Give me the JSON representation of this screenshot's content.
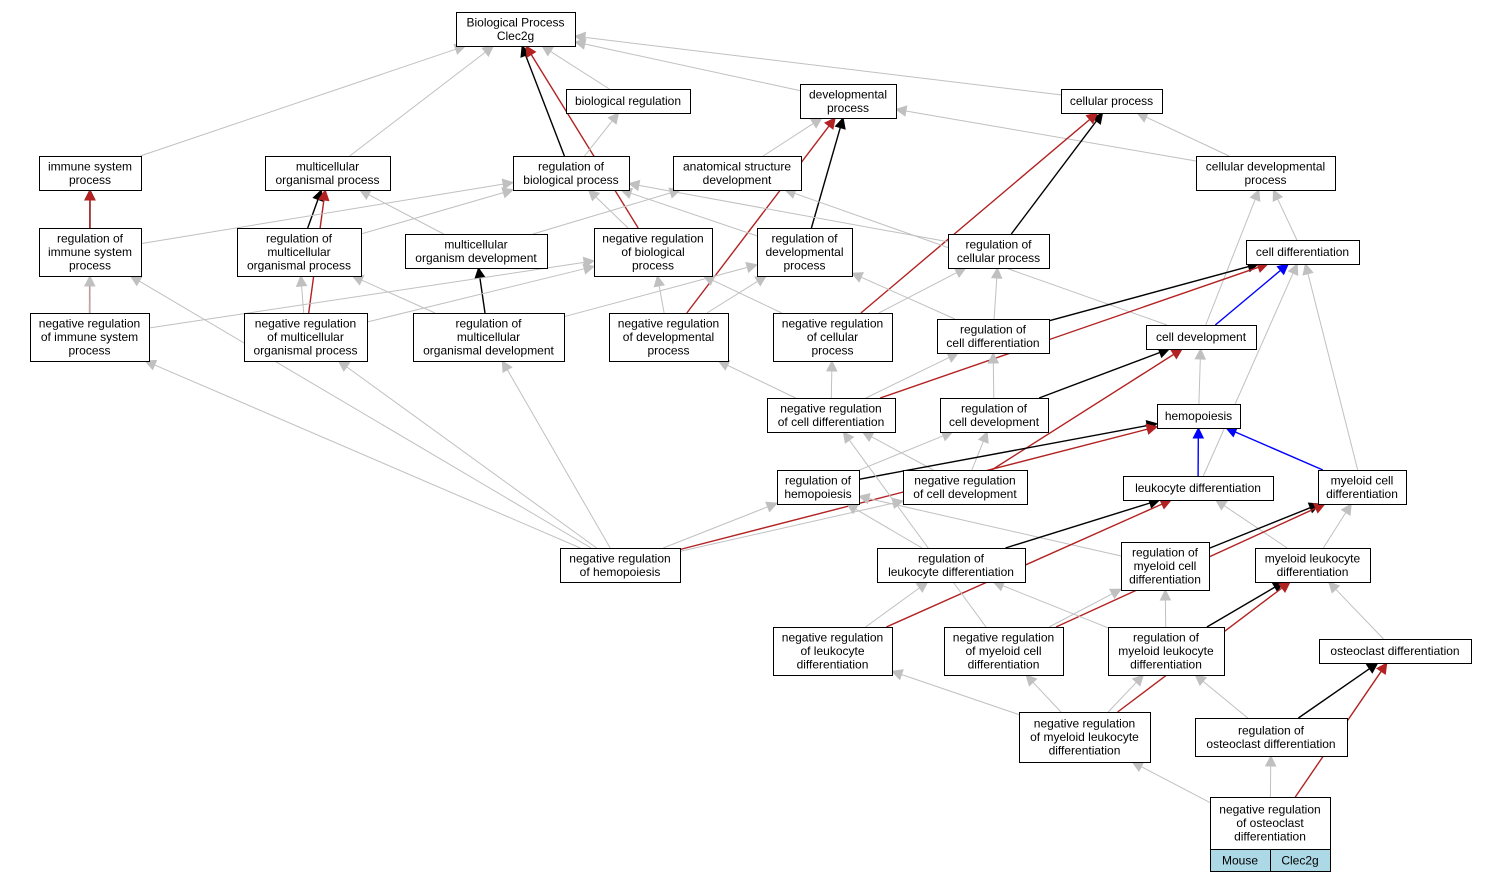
{
  "nodes": [
    {
      "id": "bp",
      "lines": [
        "Biological Process",
        "Clec2g"
      ]
    },
    {
      "id": "breg",
      "lines": [
        "biological regulation"
      ]
    },
    {
      "id": "devp",
      "lines": [
        "developmental",
        "process"
      ]
    },
    {
      "id": "cellp",
      "lines": [
        "cellular process"
      ]
    },
    {
      "id": "immp",
      "lines": [
        "immune system",
        "process"
      ]
    },
    {
      "id": "mop",
      "lines": [
        "multicellular",
        "organismal process"
      ]
    },
    {
      "id": "rbp",
      "lines": [
        "regulation of",
        "biological process"
      ]
    },
    {
      "id": "asd",
      "lines": [
        "anatomical structure",
        "development"
      ]
    },
    {
      "id": "cdp",
      "lines": [
        "cellular developmental",
        "process"
      ]
    },
    {
      "id": "risp",
      "lines": [
        "regulation of",
        "immune system",
        "process"
      ]
    },
    {
      "id": "rmop",
      "lines": [
        "regulation of",
        "multicellular",
        "organismal process"
      ]
    },
    {
      "id": "mod",
      "lines": [
        "multicellular",
        "organism development"
      ]
    },
    {
      "id": "nrbp",
      "lines": [
        "negative regulation",
        "of biological",
        "process"
      ]
    },
    {
      "id": "rdp",
      "lines": [
        "regulation of",
        "developmental",
        "process"
      ]
    },
    {
      "id": "rcp",
      "lines": [
        "regulation of",
        "cellular process"
      ]
    },
    {
      "id": "celldiff",
      "lines": [
        "cell differentiation"
      ]
    },
    {
      "id": "nrisp",
      "lines": [
        "negative regulation",
        "of immune system",
        "process"
      ]
    },
    {
      "id": "nrmop",
      "lines": [
        "negative regulation",
        "of multicellular",
        "organismal process"
      ]
    },
    {
      "id": "rmod",
      "lines": [
        "regulation of",
        "multicellular",
        "organismal development"
      ]
    },
    {
      "id": "nrdp",
      "lines": [
        "negative regulation",
        "of developmental",
        "process"
      ]
    },
    {
      "id": "nrcp",
      "lines": [
        "negative regulation",
        "of cellular",
        "process"
      ]
    },
    {
      "id": "rcd",
      "lines": [
        "regulation of",
        "cell differentiation"
      ]
    },
    {
      "id": "celldev",
      "lines": [
        "cell development"
      ]
    },
    {
      "id": "nrcd",
      "lines": [
        "negative regulation",
        "of cell differentiation"
      ]
    },
    {
      "id": "rcdev",
      "lines": [
        "regulation of",
        "cell development"
      ]
    },
    {
      "id": "hemo",
      "lines": [
        "hemopoiesis"
      ]
    },
    {
      "id": "rhemo",
      "lines": [
        "regulation of",
        "hemopoiesis"
      ]
    },
    {
      "id": "nrcdev",
      "lines": [
        "negative regulation",
        "of cell development"
      ]
    },
    {
      "id": "ld",
      "lines": [
        "leukocyte differentiation"
      ]
    },
    {
      "id": "mcd",
      "lines": [
        "myeloid cell",
        "differentiation"
      ]
    },
    {
      "id": "nrhemo",
      "lines": [
        "negative regulation",
        "of hemopoiesis"
      ]
    },
    {
      "id": "rld",
      "lines": [
        "regulation of",
        "leukocyte differentiation"
      ]
    },
    {
      "id": "rmcd",
      "lines": [
        "regulation of",
        "myeloid cell",
        "differentiation"
      ]
    },
    {
      "id": "mld",
      "lines": [
        "myeloid leukocyte",
        "differentiation"
      ]
    },
    {
      "id": "nrld",
      "lines": [
        "negative regulation",
        "of leukocyte",
        "differentiation"
      ]
    },
    {
      "id": "nrmcd",
      "lines": [
        "negative regulation",
        "of myeloid cell",
        "differentiation"
      ]
    },
    {
      "id": "rmld",
      "lines": [
        "regulation of",
        "myeloid leukocyte",
        "differentiation"
      ]
    },
    {
      "id": "od",
      "lines": [
        "osteoclast differentiation"
      ]
    },
    {
      "id": "nrmld",
      "lines": [
        "negative regulation",
        "of myeloid leukocyte",
        "differentiation"
      ]
    },
    {
      "id": "rod",
      "lines": [
        "regulation of",
        "osteoclast differentiation"
      ]
    },
    {
      "id": "nrod",
      "lines": [
        "negative regulation",
        "of osteoclast",
        "differentiation"
      ]
    }
  ],
  "footer": {
    "left": "Mouse",
    "right": "Clec2g",
    "fill": "#add8e6"
  },
  "edge_colors": {
    "gray": "#c0c0c0",
    "black": "#000000",
    "red": "#b22222",
    "blue": "#0000ff"
  },
  "edges": [
    [
      "breg",
      "bp",
      "gray"
    ],
    [
      "devp",
      "bp",
      "gray"
    ],
    [
      "cellp",
      "bp",
      "gray"
    ],
    [
      "immp",
      "bp",
      "gray"
    ],
    [
      "mop",
      "bp",
      "gray"
    ],
    [
      "rbp",
      "bp",
      "black"
    ],
    [
      "nrbp",
      "bp",
      "red"
    ],
    [
      "rbp",
      "breg",
      "gray"
    ],
    [
      "asd",
      "devp",
      "gray"
    ],
    [
      "rdp",
      "devp",
      "black"
    ],
    [
      "nrdp",
      "devp",
      "red"
    ],
    [
      "cdp",
      "devp",
      "gray"
    ],
    [
      "rcp",
      "cellp",
      "black"
    ],
    [
      "nrcp",
      "cellp",
      "red"
    ],
    [
      "cdp",
      "cellp",
      "gray"
    ],
    [
      "risp",
      "immp",
      "black"
    ],
    [
      "nrisp",
      "immp",
      "red"
    ],
    [
      "rmop",
      "mop",
      "black"
    ],
    [
      "nrmop",
      "mop",
      "red"
    ],
    [
      "mod",
      "mop",
      "gray"
    ],
    [
      "risp",
      "rbp",
      "gray"
    ],
    [
      "rmop",
      "rbp",
      "gray"
    ],
    [
      "nrbp",
      "rbp",
      "gray"
    ],
    [
      "rdp",
      "rbp",
      "gray"
    ],
    [
      "rcp",
      "rbp",
      "gray"
    ],
    [
      "mod",
      "asd",
      "gray"
    ],
    [
      "celldev",
      "asd",
      "gray"
    ],
    [
      "celldev",
      "cdp",
      "gray"
    ],
    [
      "celldiff",
      "cdp",
      "gray"
    ],
    [
      "nrisp",
      "risp",
      "gray"
    ],
    [
      "nrhemo",
      "risp",
      "gray"
    ],
    [
      "nrmop",
      "rmop",
      "gray"
    ],
    [
      "rmod",
      "rmop",
      "gray"
    ],
    [
      "rmod",
      "mod",
      "black"
    ],
    [
      "nrisp",
      "nrbp",
      "gray"
    ],
    [
      "nrmop",
      "nrbp",
      "gray"
    ],
    [
      "nrdp",
      "nrbp",
      "gray"
    ],
    [
      "nrcp",
      "nrbp",
      "gray"
    ],
    [
      "rmod",
      "rdp",
      "gray"
    ],
    [
      "nrdp",
      "rdp",
      "gray"
    ],
    [
      "rcd",
      "rdp",
      "gray"
    ],
    [
      "nrcp",
      "rcp",
      "gray"
    ],
    [
      "rcd",
      "rcp",
      "gray"
    ],
    [
      "rcd",
      "celldiff",
      "black"
    ],
    [
      "nrcd",
      "celldiff",
      "red"
    ],
    [
      "celldev",
      "celldiff",
      "blue"
    ],
    [
      "ld",
      "celldiff",
      "gray"
    ],
    [
      "mcd",
      "celldiff",
      "gray"
    ],
    [
      "nrhemo",
      "nrisp",
      "gray"
    ],
    [
      "nrhemo",
      "nrmop",
      "gray"
    ],
    [
      "nrhemo",
      "rmod",
      "gray"
    ],
    [
      "nrcd",
      "nrdp",
      "gray"
    ],
    [
      "nrcd",
      "nrcp",
      "gray"
    ],
    [
      "nrcd",
      "rcd",
      "gray"
    ],
    [
      "rcdev",
      "rcd",
      "gray"
    ],
    [
      "rcdev",
      "celldev",
      "black"
    ],
    [
      "nrcdev",
      "celldev",
      "red"
    ],
    [
      "hemo",
      "celldev",
      "gray"
    ],
    [
      "nrcdev",
      "nrcd",
      "gray"
    ],
    [
      "nrcdev",
      "rcdev",
      "gray"
    ],
    [
      "rhemo",
      "rcdev",
      "gray"
    ],
    [
      "rhemo",
      "hemo",
      "black"
    ],
    [
      "nrhemo",
      "hemo",
      "red"
    ],
    [
      "ld",
      "hemo",
      "blue"
    ],
    [
      "mcd",
      "hemo",
      "blue"
    ],
    [
      "nrhemo",
      "rhemo",
      "gray"
    ],
    [
      "nrhemo",
      "nrcdev",
      "gray"
    ],
    [
      "rld",
      "rhemo",
      "gray"
    ],
    [
      "rmcd",
      "rhemo",
      "gray"
    ],
    [
      "rld",
      "ld",
      "black"
    ],
    [
      "nrld",
      "ld",
      "red"
    ],
    [
      "mld",
      "ld",
      "gray"
    ],
    [
      "rmcd",
      "mcd",
      "black"
    ],
    [
      "nrmcd",
      "mcd",
      "red"
    ],
    [
      "mld",
      "mcd",
      "gray"
    ],
    [
      "nrld",
      "rld",
      "gray"
    ],
    [
      "nrmcd",
      "rmcd",
      "gray"
    ],
    [
      "nrmcd",
      "nrcd",
      "gray"
    ],
    [
      "rmld",
      "rld",
      "gray"
    ],
    [
      "rmld",
      "rmcd",
      "gray"
    ],
    [
      "rmld",
      "mld",
      "black"
    ],
    [
      "nrmld",
      "mld",
      "red"
    ],
    [
      "od",
      "mld",
      "gray"
    ],
    [
      "nrmld",
      "nrld",
      "gray"
    ],
    [
      "nrmld",
      "nrmcd",
      "gray"
    ],
    [
      "nrmld",
      "rmld",
      "gray"
    ],
    [
      "rod",
      "od",
      "black"
    ],
    [
      "nrod",
      "od",
      "red"
    ],
    [
      "rod",
      "rmld",
      "gray"
    ],
    [
      "nrod",
      "rod",
      "gray"
    ],
    [
      "nrod",
      "nrmld",
      "gray"
    ]
  ]
}
